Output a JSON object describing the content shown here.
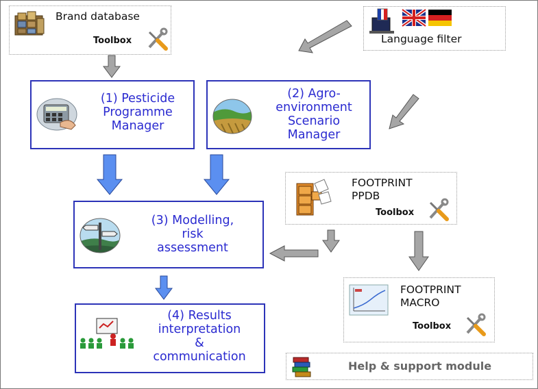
{
  "brand_db": {
    "title": "Brand database",
    "toolbox": "Toolbox"
  },
  "language": {
    "title": "Language filter"
  },
  "pesticide": {
    "line1": "(1) Pesticide",
    "line2": "Programme",
    "line3": "Manager"
  },
  "agro": {
    "line1": "(2) Agro-",
    "line2": "environment",
    "line3": "Scenario",
    "line4": "Manager"
  },
  "modelling": {
    "line1": "(3) Modelling,",
    "line2": "risk",
    "line3": "assessment"
  },
  "results": {
    "line1": "(4) Results",
    "line2": "interpretation",
    "line3": "&",
    "line4": "communication"
  },
  "ppdb": {
    "line1": "FOOTPRINT",
    "line2": "PPDB",
    "toolbox": "Toolbox"
  },
  "macro": {
    "line1": "FOOTPRINT",
    "line2": "MACRO",
    "toolbox": "Toolbox"
  },
  "help": {
    "label": "Help & support module"
  },
  "colors": {
    "blue_border": "#2c33b8",
    "blue_text": "#2a2ad0",
    "blue_arrow": "#5b8ff0",
    "gray_arrow": "#a6a6a6"
  },
  "icons": [
    "database-icon",
    "wrench-screwdriver-icon",
    "computer-flags-icon",
    "calculator-hand-icon",
    "landscape-icon",
    "signpost-icon",
    "presentation-icon",
    "file-cabinet-icon",
    "chart-icon",
    "books-icon"
  ]
}
